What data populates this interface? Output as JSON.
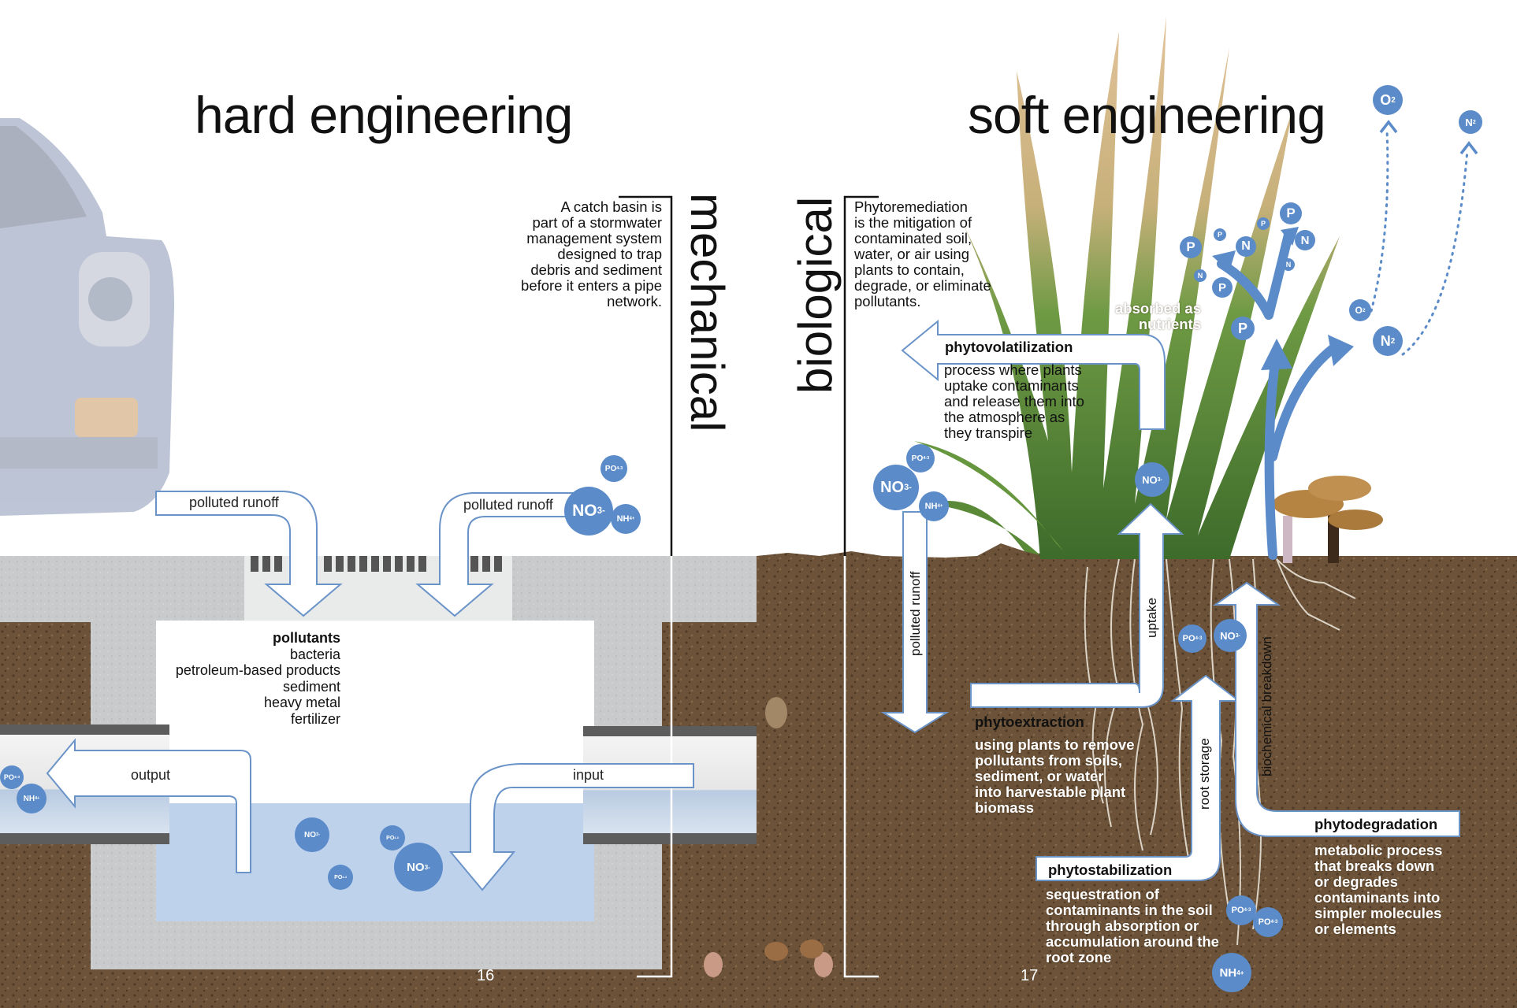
{
  "left_page": {
    "title": "hard engineering",
    "side_label": "mechanical",
    "description": "A catch basin is\npart of a stormwater\nmanagement system\ndesigned to trap\ndebris and sediment\nbefore it enters a pipe\nnetwork.",
    "runoff_left_label": "polluted runoff",
    "runoff_right_label": "polluted runoff",
    "pollutants_heading": "pollutants",
    "pollutants": [
      "bacteria",
      "petroleum-based products",
      "sediment",
      "heavy metal",
      "fertilizer"
    ],
    "output_label": "output",
    "input_label": "input",
    "page_number": "16"
  },
  "right_page": {
    "title": "soft engineering",
    "side_label": "biological",
    "description": "Phytoremediation\nis the mitigation of\ncontaminated soil,\nwater, or air using\nplants to contain,\ndegrade, or eliminate\npollutants.",
    "absorbed_label": "absorbed as\nnutrients",
    "processes": {
      "phytovolatilization": {
        "title": "phytovolatilization",
        "desc": "process where plants\nuptake contaminants\nand release them into\nthe atmosphere as\nthey transpire"
      },
      "phytoextraction": {
        "title": "phytoextraction",
        "desc": "using plants to remove\npollutants from soils,\nsediment, or water\ninto harvestable plant\nbiomass"
      },
      "phytostabilization": {
        "title": "phytostabilization",
        "desc": "sequestration of\ncontaminants in the soil\nthrough absorption or\naccumulation around the\nroot zone"
      },
      "phytodegradation": {
        "title": "phytodegradation",
        "desc": "metabolic process\nthat breaks down\nor degrades\ncontaminants into\nsimpler molecules\nor elements"
      }
    },
    "arrow_labels": {
      "polluted_runoff": "polluted runoff",
      "uptake": "uptake",
      "root_storage": "root storage",
      "biochemical_breakdown": "biochemical breakdown"
    },
    "page_number": "17"
  },
  "molecules": {
    "no3": "NO",
    "no3_sub": "3",
    "no3_sup": "-",
    "po4": "PO",
    "po4_sub": "4",
    "po4_sup": "-3",
    "nh4": "NH",
    "nh4_sub": "4",
    "nh4_sup": "+",
    "o2": "O",
    "o2_sub": "2",
    "n2": "N",
    "n2_sub": "2",
    "p": "P",
    "n": "N"
  },
  "colors": {
    "molecule_blue": "#5b8bc9",
    "arrow_outline": "#6a93c8",
    "soil": "#6b5238",
    "concrete": "#c9cbcc",
    "water": "#bfd2ec"
  }
}
